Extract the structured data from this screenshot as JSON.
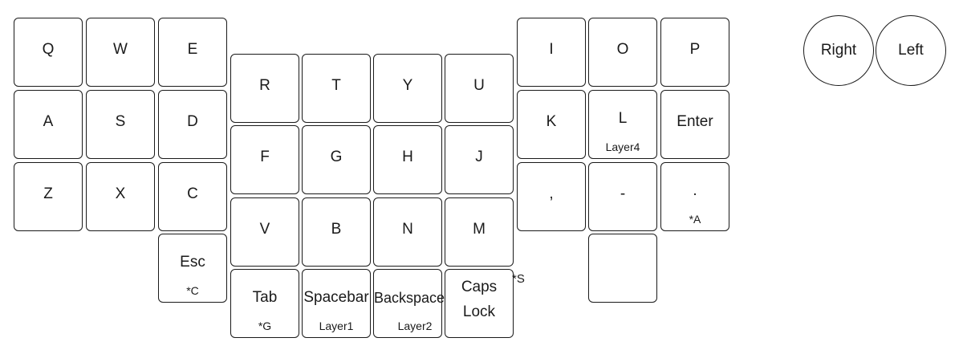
{
  "keys": {
    "q": {
      "label": "Q"
    },
    "w": {
      "label": "W"
    },
    "e": {
      "label": "E"
    },
    "a": {
      "label": "A"
    },
    "s": {
      "label": "S"
    },
    "d": {
      "label": "D"
    },
    "z": {
      "label": "Z"
    },
    "x": {
      "label": "X"
    },
    "c": {
      "label": "C"
    },
    "esc": {
      "label": "Esc",
      "sub": "*C"
    },
    "r": {
      "label": "R"
    },
    "t": {
      "label": "T"
    },
    "y": {
      "label": "Y"
    },
    "u": {
      "label": "U"
    },
    "f": {
      "label": "F"
    },
    "g": {
      "label": "G"
    },
    "h": {
      "label": "H"
    },
    "j": {
      "label": "J"
    },
    "v": {
      "label": "V"
    },
    "b": {
      "label": "B"
    },
    "n": {
      "label": "N"
    },
    "m": {
      "label": "M"
    },
    "tab": {
      "label": "Tab",
      "sub": "*G"
    },
    "spacebar": {
      "label": "Spacebar",
      "sub": "Layer1"
    },
    "backspace": {
      "label": "Backspace",
      "sub": "Layer2"
    },
    "capslock": {
      "label": "Caps Lock"
    },
    "i": {
      "label": "I"
    },
    "o": {
      "label": "O"
    },
    "p": {
      "label": "P"
    },
    "k": {
      "label": "K"
    },
    "l": {
      "label": "L",
      "sub": "Layer4"
    },
    "enter": {
      "label": "Enter"
    },
    "comma": {
      "label": ","
    },
    "minus": {
      "label": "-"
    },
    "period": {
      "label": ".",
      "sub": "*A"
    },
    "blank": {
      "label": ""
    }
  },
  "encoders": {
    "right": {
      "label": "Right"
    },
    "left": {
      "label": "Left"
    }
  },
  "notes": {
    "caps_side": "*S"
  }
}
